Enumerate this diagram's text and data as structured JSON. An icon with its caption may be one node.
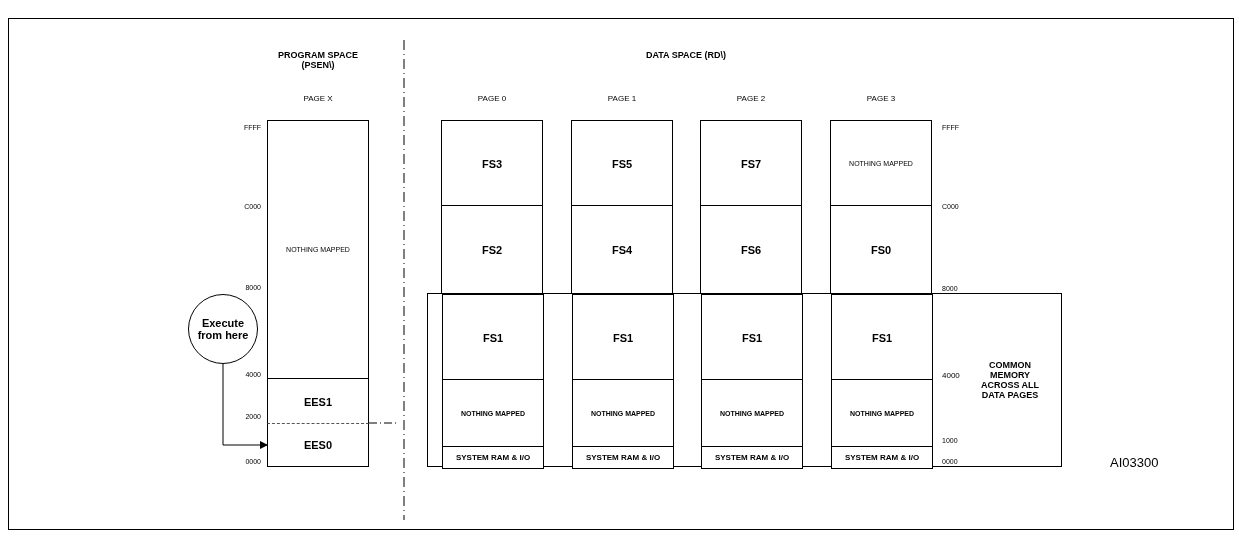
{
  "diagram": {
    "nodes": [
      {
        "text": [
          "NOTHING MAPPED"
        ]
      },
      {
        "text": [
          "Execute from here"
        ]
      },
      {
        "text": [
          "EES1"
        ]
      },
      {
        "text": [
          "EES0"
        ]
      },
      {
        "text": [
          "COMMON MEMORY ACROSS ALL DATA PAGES"
        ]
      },
      {
        "text": [
          "FS3"
        ]
      },
      {
        "text": [
          "FS5"
        ]
      },
      {
        "text": [
          "FS7"
        ]
      },
      {
        "text": [
          "NOTHING MAPPED"
        ]
      },
      {
        "text": [
          "FS2"
        ]
      },
      {
        "text": [
          "FS4"
        ]
      },
      {
        "text": [
          "FS6"
        ]
      },
      {
        "text": [
          "FS0"
        ]
      },
      {
        "text": [
          "FS1"
        ],
        "in": 4
      },
      {
        "text": [
          "FS1"
        ],
        "in": 4
      },
      {
        "text": [
          "FS1"
        ],
        "in": 4
      },
      {
        "text": [
          "FS1"
        ],
        "in": 4
      },
      {
        "text": [
          "NOTHING MAPPED"
        ],
        "in": 4
      },
      {
        "text": [
          "NOTHING MAPPED"
        ],
        "in": 4
      },
      {
        "text": [
          "NOTHING MAPPED"
        ],
        "in": 4
      },
      {
        "text": [
          "NOTHING MAPPED"
        ],
        "in": 4
      },
      {
        "text": [
          "SYSTEM RAM & I/O"
        ],
        "in": 4
      },
      {
        "text": [
          "SYSTEM RAM & I/O"
        ],
        "in": 4
      },
      {
        "text": [
          "SYSTEM RAM & I/O"
        ],
        "in": 4
      },
      {
        "text": [
          "SYSTEM RAM & I/O"
        ],
        "in": 4
      }
    ],
    "edges": [
      {
        "from": 1,
        "to": 3,
        "arrow": "to"
      }
    ],
    "labels": [
      "PROGRAM SPACE (PSEN\\)",
      "DATA SPACE (RD\\)",
      "PAGE X",
      "PAGE 0",
      "PAGE 1",
      "PAGE 2",
      "PAGE 3",
      "FFFF",
      "FFFF",
      "C000",
      "C000",
      "8000",
      "8000",
      "4000",
      "4000",
      "2000",
      "1000",
      "0000",
      "0000",
      "AI03300"
    ]
  }
}
